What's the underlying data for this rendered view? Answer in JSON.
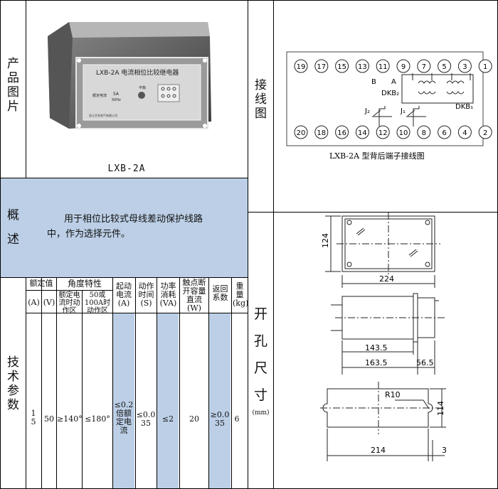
{
  "labels": {
    "product_image": [
      "产",
      "品",
      "图",
      "片"
    ],
    "overview": [
      "概",
      "述"
    ],
    "tech_params": [
      "技",
      "术",
      "参",
      "数"
    ],
    "wiring": [
      "接",
      "线",
      "图"
    ],
    "cutout": [
      "开",
      "孔",
      "尺",
      "寸"
    ],
    "cutout_unit": "(mm)"
  },
  "product": {
    "model": "LXB-2A",
    "device_title": "LXB-2A 电流相位比较继电器",
    "panel_text_1": "额定电流",
    "panel_text_2": "5A",
    "panel_text_3": "50Hz",
    "panel_text_4": "平衡",
    "panel_text_5": "浙江开关电气有限公司"
  },
  "overview_text_1": "用于相位比较式母线差动保护线路",
  "overview_text_2": "中，作为选择元件。",
  "table": {
    "h_rated": "额定值",
    "h_angle": "角度特性",
    "h_start": "起动电流(A)",
    "h_time": "动作时间(S)",
    "h_power": "功率消耗(VA)",
    "h_contact": "触点断开容量直流(W)",
    "h_return": "返回系数",
    "h_weight": "重量(kg)",
    "h_a": "(A)",
    "h_v": "(V)",
    "h_angle1": "额定电流时动作区",
    "h_angle2": "50或100A时动作区",
    "v_a": "1 5",
    "v_v": "50",
    "v_angle1": "≥140°",
    "v_angle2": "≤180°",
    "v_start": "≤0.2倍额定电流",
    "v_time": "≤0.035",
    "v_power": "≤2",
    "v_contact": "20",
    "v_return": "≥0.035",
    "v_weight": "6"
  },
  "wiring": {
    "top_terminals": [
      "19",
      "17",
      "15",
      "13",
      "11",
      "9",
      "7",
      "5",
      "3",
      "1"
    ],
    "bottom_terminals": [
      "20",
      "18",
      "16",
      "14",
      "12",
      "10",
      "8",
      "6",
      "4",
      "2"
    ],
    "label_b": "B",
    "label_a": "A",
    "label_dkb2": "DKB₂",
    "label_dkb1": "DKB₁",
    "label_j2": "J₂",
    "label_j1": "J₁",
    "caption": "LXB-2A 型背后端子接线图"
  },
  "dims": {
    "d124": "124",
    "d224": "224",
    "d1435": "143.5",
    "d1635": "163.5",
    "d565": "56.5",
    "r10": "R10",
    "d114": "114",
    "d214": "214",
    "d3": "3"
  }
}
